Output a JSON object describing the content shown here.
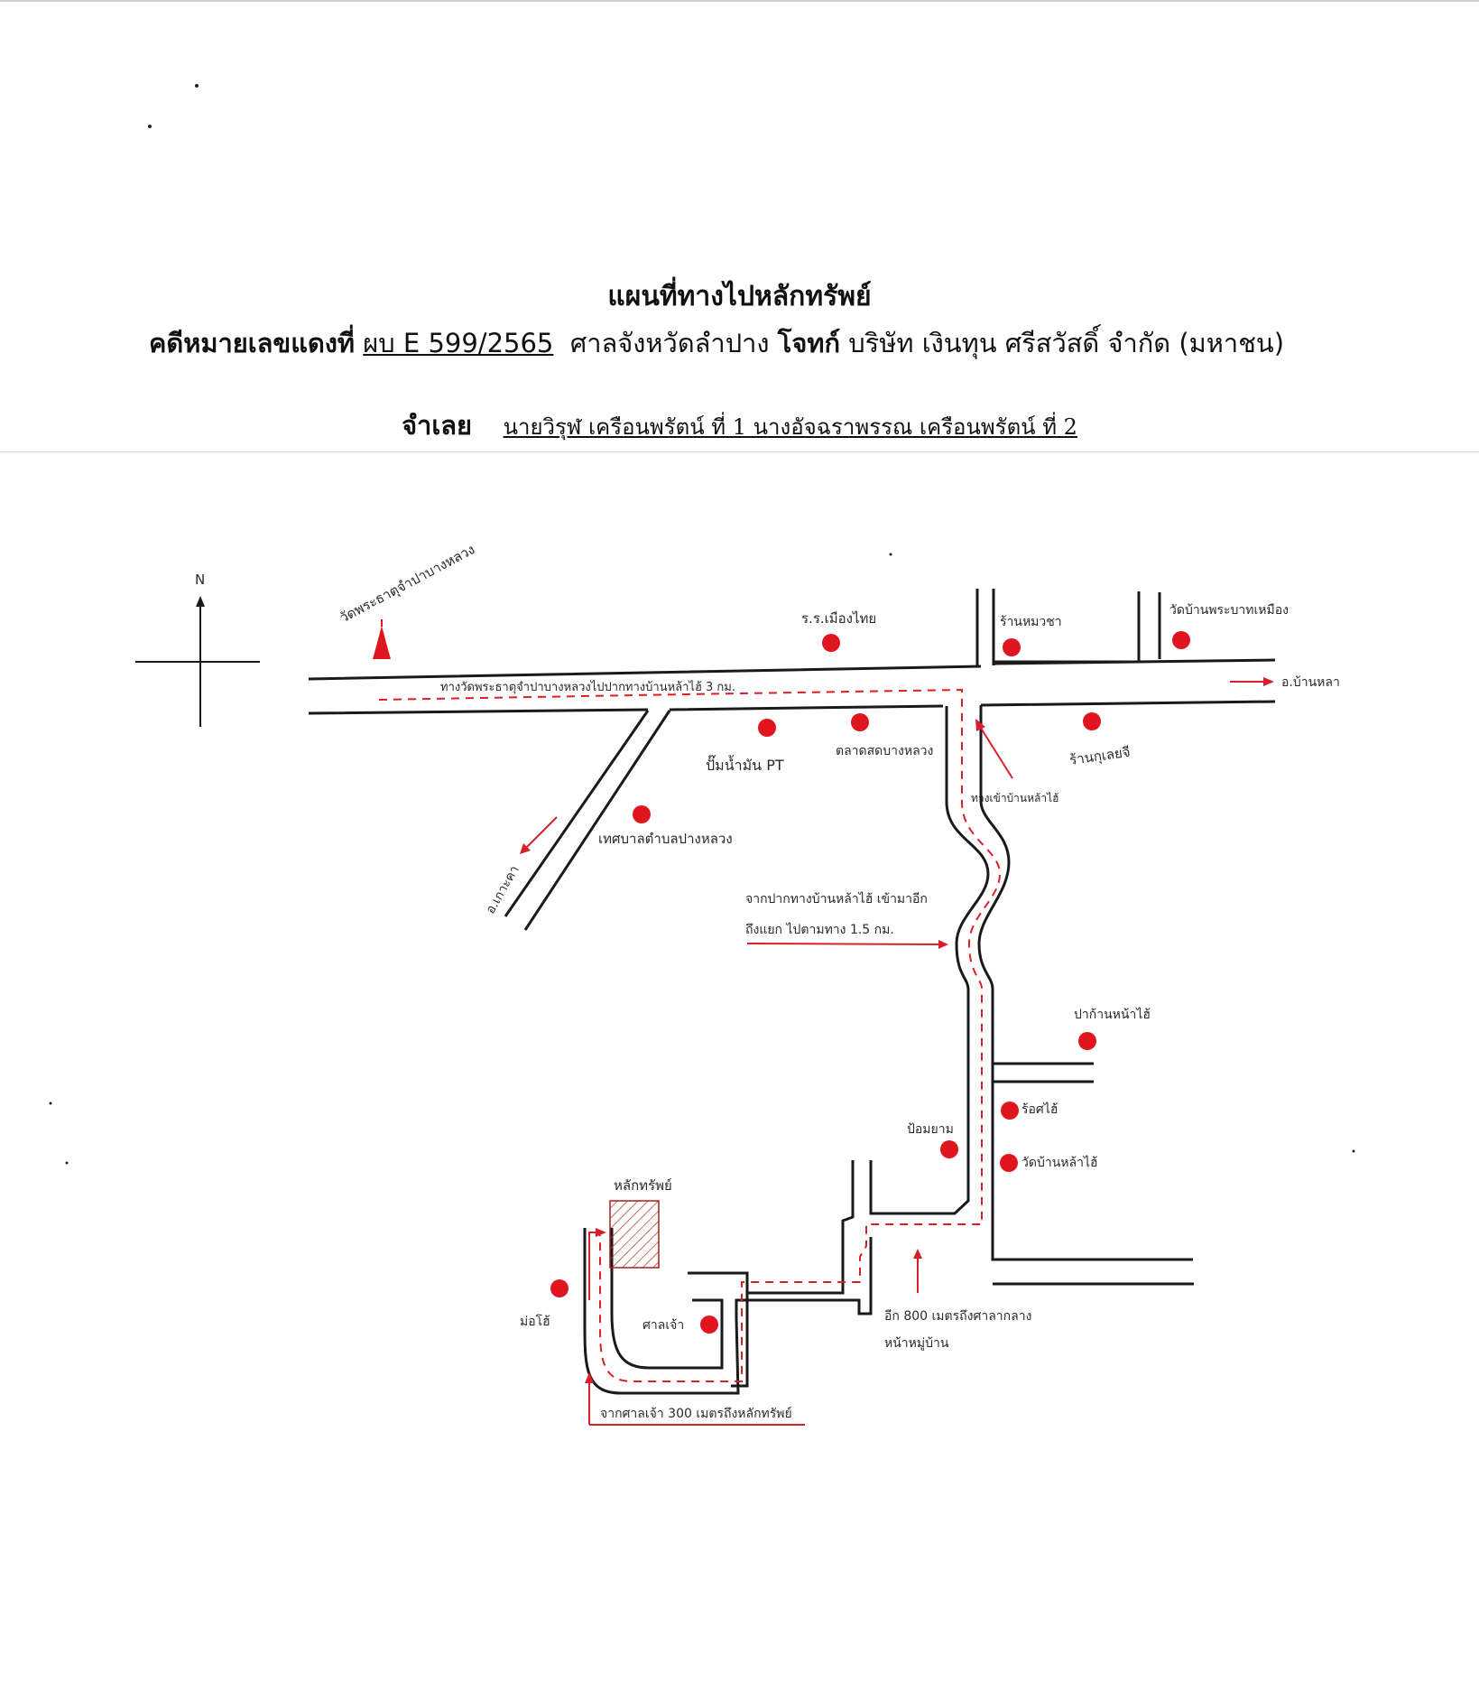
{
  "header": {
    "title": "แผนที่ทางไปหลักทรัพย์",
    "case_prefix": "คดีหมายเลขแดงที่",
    "case_no": "ผบ E 599/2565",
    "court": "ศาลจังหวัดลำปาง",
    "plaintiff_label": "โจทก์",
    "plaintiff": "บริษัท เงินทุน ศรีสวัสดิ์  จำกัด (มหาชน)",
    "defendant_label": "จำเลย",
    "defendants": "นายวิรุฬ เครือนพรัตน์ ที่ 1   นางอัจฉราพรรณ เครือนพรัตน์ ที่ 2"
  },
  "compass": {
    "label": "N"
  },
  "landmarks": {
    "temple_top_left": "วัดพระธาตุจำปาบางหลวง",
    "school": "ร.ร.เมืองไทย",
    "shop_top": "ร้านหมวชา",
    "temple_top_right": "วัดบ้านพระบาทเหมือง",
    "gas_station": "ปั๊มน้ำมัน PT",
    "market": "ตลาดสดบางหลวง",
    "shop_right": "ร้านกุเลยจี",
    "municipality": "เทศบาลตำบลปางหลวง",
    "shrine": "ปาก้านหน้าไฮ้",
    "clinic": "ร้อศไฮ้",
    "wat_village": "วัดบ้านหล้าไฮ้",
    "checkpoint": "ป้อมยาม",
    "old_shrine": "ศาลเจ้า",
    "hospital": "ม่อโฮ้",
    "property": "หลักทรัพย์"
  },
  "directions": {
    "main_road": "ทางวัดพระธาตุจำปาบางหลวงไปปากทางบ้านหล้าไฮ้  3  กม.",
    "to_east": "อ.บ้านหลา",
    "to_southwest": "อ.เกาะคา",
    "junction": "ทางเข้าบ้านหล้าไฮ้",
    "along_road": "จากปากทางบ้านหล้าไฮ้ เข้ามาอีก",
    "along_road_2": "ถึงแยก ไปตามทาง 1.5 กม.",
    "village_note": "อีก 800 เมตรถึงศาลากลาง",
    "village_note_2": "หน้าหมู่บ้าน",
    "final_note": "จากศาลเจ้า  300  เมตรถึงหลักทรัพย์"
  },
  "colors": {
    "marker": "#e0161f",
    "route": "#d8202a",
    "road": "#1a1a1a"
  }
}
